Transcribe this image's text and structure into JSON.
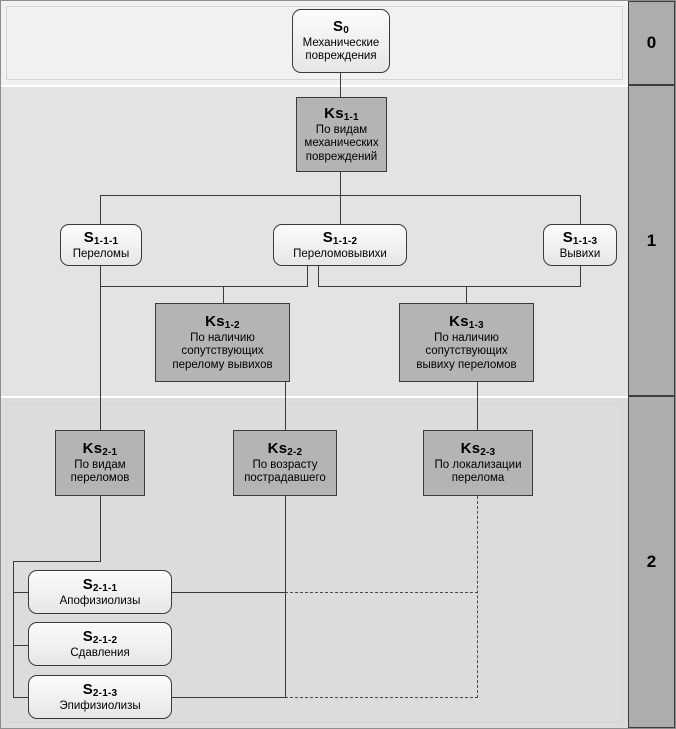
{
  "diagram": {
    "title": "Classification hierarchy of mechanical injuries",
    "levels": [
      {
        "id": "level-0",
        "label": "0"
      },
      {
        "id": "level-1",
        "label": "1"
      },
      {
        "id": "level-2",
        "label": "2"
      }
    ],
    "nodes": {
      "s0": {
        "code": "S",
        "sub": "0",
        "lines": [
          "Механические",
          "повреждения"
        ]
      },
      "ks1_1": {
        "code": "Ks",
        "sub": "1-1",
        "lines": [
          "По видам",
          "механических",
          "повреждений"
        ]
      },
      "s1_1_1": {
        "code": "S",
        "sub": "1-1-1",
        "lines": [
          "Переломы"
        ]
      },
      "s1_1_2": {
        "code": "S",
        "sub": "1-1-2",
        "lines": [
          "Переломовывихи"
        ]
      },
      "s1_1_3": {
        "code": "S",
        "sub": "1-1-3",
        "lines": [
          "Вывихи"
        ]
      },
      "ks1_2": {
        "code": "Ks",
        "sub": "1-2",
        "lines": [
          "По наличию",
          "сопутствующих",
          "перелому вывихов"
        ]
      },
      "ks1_3": {
        "code": "Ks",
        "sub": "1-3",
        "lines": [
          "По наличию",
          "сопутствующих",
          "вывиху переломов"
        ]
      },
      "ks2_1": {
        "code": "Ks",
        "sub": "2-1",
        "lines": [
          "По видам",
          "переломов"
        ]
      },
      "ks2_2": {
        "code": "Ks",
        "sub": "2-2",
        "lines": [
          "По возрасту",
          "пострадавшего"
        ]
      },
      "ks2_3": {
        "code": "Ks",
        "sub": "2-3",
        "lines": [
          "По локализации",
          "перелома"
        ]
      },
      "s2_1_1": {
        "code": "S",
        "sub": "2-1-1",
        "lines": [
          "Апофизиолизы"
        ]
      },
      "s2_1_2": {
        "code": "S",
        "sub": "2-1-2",
        "lines": [
          "Сдавления"
        ]
      },
      "s2_1_3": {
        "code": "S",
        "sub": "2-1-3",
        "lines": [
          "Эпифизиолизы"
        ]
      }
    },
    "colors": {
      "band_0": "#f1f1f1",
      "band_1": "#e3e3e3",
      "band_2": "#dcdcdc",
      "level_column": "#adadad",
      "classifier_box": "#b4b4b4",
      "object_box": "#f2f2f2",
      "line": "#3a3a3a"
    }
  }
}
